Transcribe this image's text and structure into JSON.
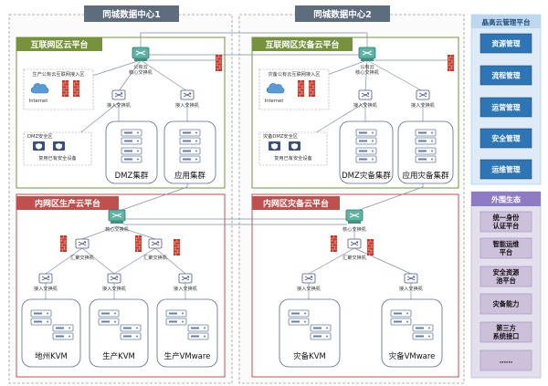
{
  "data_centers": [
    {
      "title": "同城数据中心1"
    },
    {
      "title": "同城数据中心2"
    }
  ],
  "platforms": {
    "internet_1": "互联网区云平台",
    "internet_2": "互联网区灾备云平台",
    "intranet_1": "内网区生产云平台",
    "intranet_2": "内网区灾备云平台"
  },
  "labels": {
    "public_core_1": "公有云 核心交换机",
    "public_core_2": "公有云 核心交换机",
    "internet_access_1": "生产公有云互联网接入区",
    "internet_access_2": "灾备公有云互联网接入区",
    "internet": "Internet",
    "access_switch": "接入交换机",
    "dmz_zone_1": "DMZ安全区",
    "dmz_zone_2": "灾备DMZ安全区",
    "sec_devices_1": "复用已有安全设备",
    "sec_devices_2": "复用已有安全设备",
    "core_switch": "核心交换机",
    "agg_switch": "汇聚交换机"
  },
  "clusters": {
    "dmz": "DMZ集群",
    "app": "应用集群",
    "dmz_dr": "DMZ灾备集群",
    "app_dr": "应用灾备集群",
    "kvm_local": "地州KVM",
    "kvm_prod": "生产KVM",
    "vmware_prod": "生产VMware",
    "kvm_dr": "灾备KVM",
    "vmware_dr": "灾备VMware"
  },
  "sidebar": {
    "title": "晶高云管理平台",
    "items": [
      "资源管理",
      "流程管理",
      "运营管理",
      "安全管理",
      "运维管理"
    ]
  },
  "ecosystem": {
    "title": "外围生态",
    "items": [
      "统一身份 认证平台",
      "智能运维 平台",
      "安全资源 池平台",
      "灾备能力",
      "第三方 系统接口",
      "……"
    ]
  },
  "colors": {
    "dc_border": "#9a9a9a",
    "platform_green": "#76933c",
    "platform_red": "#c0504d",
    "side_blue": "#2e75b6",
    "side_blue_dark": "#1f4e79",
    "eco_purple": "#7f6aa4",
    "eco_light": "#ccc0da"
  }
}
